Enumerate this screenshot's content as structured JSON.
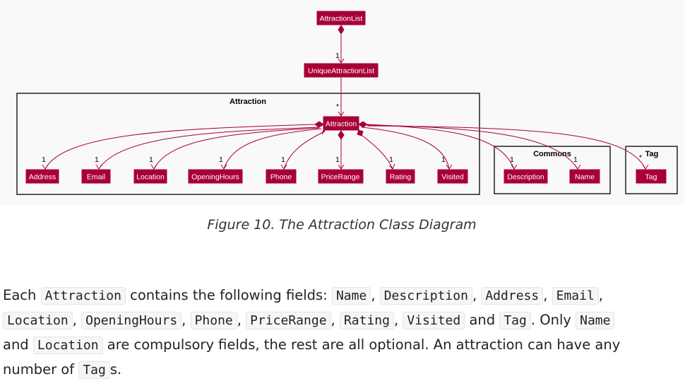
{
  "diagram": {
    "classes": {
      "attraction_list": "AttractionList",
      "unique_attraction_list": "UniqueAttractionList",
      "attraction": "Attraction",
      "address": "Address",
      "email": "Email",
      "location": "Location",
      "opening_hours": "OpeningHours",
      "phone": "Phone",
      "price_range": "PriceRange",
      "rating": "Rating",
      "visited": "Visited",
      "description": "Description",
      "name": "Name",
      "tag": "Tag"
    },
    "packages": {
      "attraction": "Attraction",
      "commons": "Commons",
      "tag": "Tag"
    },
    "multiplicities": {
      "one": "1",
      "many": "*"
    }
  },
  "caption": "Figure 10. The Attraction Class Diagram",
  "paragraph": {
    "t1": "Each",
    "c_attraction": "Attraction",
    "t2": "contains the following fields:",
    "c_name": "Name",
    "c_description": "Description",
    "c_address": "Address",
    "c_email": "Email",
    "c_location": "Location",
    "c_opening_hours": "OpeningHours",
    "c_phone": "Phone",
    "c_price_range": "PriceRange",
    "c_rating": "Rating",
    "c_visited": "Visited",
    "t_and": "and",
    "c_tag": "Tag",
    "t3": ". Only",
    "t4": "and",
    "t5": "are compulsory fields, the rest are all optional. An attraction can have any number of",
    "t6": "s.",
    "comma": ","
  }
}
